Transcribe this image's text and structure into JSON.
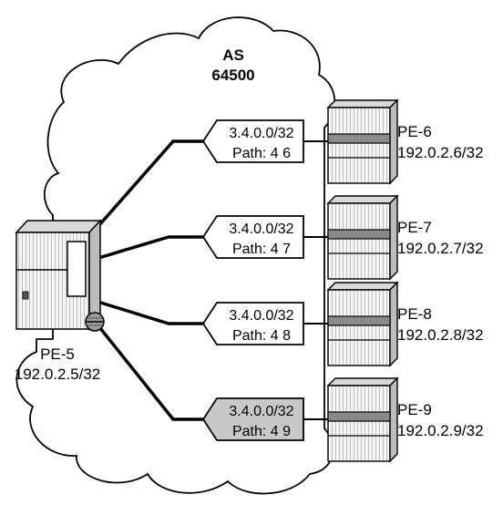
{
  "autonomous_system": {
    "line1": "AS",
    "line2": "64500"
  },
  "colors": {
    "cloud_fill": "#ffffff",
    "cloud_stroke": "#000000",
    "router_fill": "#e6e6e6",
    "router_dark": "#8a8a8a",
    "callout_fill": "#ffffff",
    "callout_highlight_fill": "#c8c8c8",
    "link_stroke": "#000000"
  },
  "source_router": {
    "name": "PE-5",
    "address": "192.0.2.5/32",
    "icon": "chassis-router-icon"
  },
  "pe_routers": [
    {
      "name": "PE-6",
      "address": "192.0.2.6/32",
      "icon": "router-icon"
    },
    {
      "name": "PE-7",
      "address": "192.0.2.7/32",
      "icon": "router-icon"
    },
    {
      "name": "PE-8",
      "address": "192.0.2.8/32",
      "icon": "router-icon"
    },
    {
      "name": "PE-9",
      "address": "192.0.2.9/32",
      "icon": "router-icon"
    }
  ],
  "routes": [
    {
      "prefix": "3.4.0.0/32",
      "path": "Path: 4 6",
      "highlighted": false
    },
    {
      "prefix": "3.4.0.0/32",
      "path": "Path: 4 7",
      "highlighted": false
    },
    {
      "prefix": "3.4.0.0/32",
      "path": "Path: 4 8",
      "highlighted": false
    },
    {
      "prefix": "3.4.0.0/32",
      "path": "Path: 4 9",
      "highlighted": true
    }
  ]
}
